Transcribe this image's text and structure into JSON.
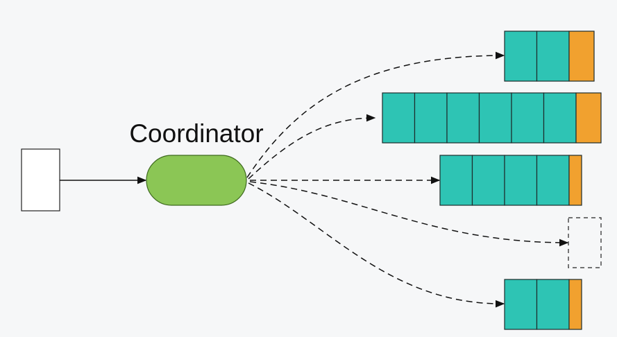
{
  "diagram": {
    "coordinator": {
      "label": "Coordinator",
      "fill": "#8bc655",
      "stroke": "#3e6a1f"
    },
    "colors": {
      "segment": "#2ec4b4",
      "tail": "#f1a12f",
      "edge": "#111111"
    },
    "queues": [
      {
        "segments": 2,
        "has_tail": true,
        "tail_size": "wide"
      },
      {
        "segments": 6,
        "has_tail": true,
        "tail_size": "wide"
      },
      {
        "segments": 4,
        "has_tail": true,
        "tail_size": "narrow"
      },
      {
        "segments": 0,
        "has_tail": false,
        "placeholder": true
      },
      {
        "segments": 2,
        "has_tail": true,
        "tail_size": "narrow"
      }
    ]
  }
}
